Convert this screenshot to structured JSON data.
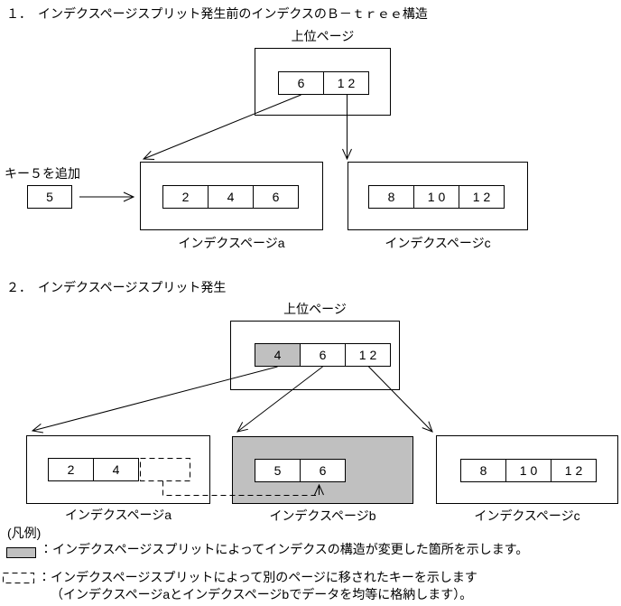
{
  "s1": {
    "heading": "１．　インデクスページスプリット発生前のインデクスのＢ－ｔｒｅｅ構造",
    "upper_label": "上位ページ",
    "upper_cells": [
      "6",
      "12"
    ],
    "add_key_label": "キー５を追加",
    "add_key_value": "5",
    "page_a_label": "インデクスページa",
    "page_a_cells": [
      "2",
      "4",
      "6"
    ],
    "page_c_label": "インデクスページc",
    "page_c_cells": [
      "8",
      "10",
      "12"
    ]
  },
  "s2": {
    "heading": "２．　インデクスページスプリット発生",
    "upper_label": "上位ページ",
    "upper_cells": [
      "4",
      "6",
      "12"
    ],
    "page_a_label": "インデクスページa",
    "page_a_cells": [
      "2",
      "4"
    ],
    "page_b_label": "インデクスページb",
    "page_b_cells": [
      "5",
      "6"
    ],
    "page_c_label": "インデクスページc",
    "page_c_cells": [
      "8",
      "10",
      "12"
    ]
  },
  "legend": {
    "title": "(凡例)",
    "gray_desc": "：インデクスページスプリットによってインデクスの構造が変更した箇所を示します。",
    "dashed_desc_line1": "：インデクスページスプリットによって別のページに移されたキーを示します",
    "dashed_desc_line2": "（インデクスページaとインデクスページbでデータを均等に格納します）。"
  },
  "colors": {
    "highlight": "#c0c0c0",
    "line": "#000000",
    "background": "#ffffff"
  }
}
